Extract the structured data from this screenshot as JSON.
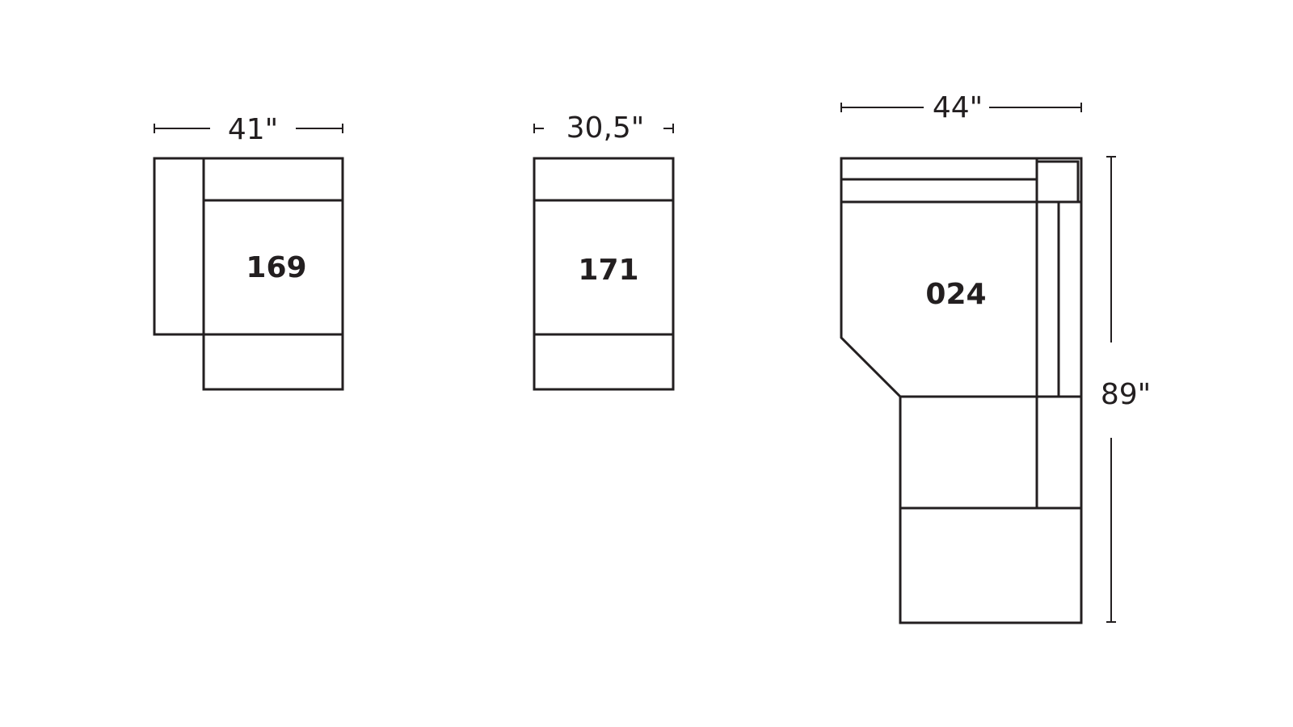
{
  "modules": [
    {
      "model": "169",
      "width_label": "41\""
    },
    {
      "model": "171",
      "width_label": "30,5\""
    },
    {
      "model": "024",
      "width_label": "44\"",
      "depth_label": "89\""
    }
  ],
  "colors": {
    "stroke": "#231f20",
    "background": "#ffffff"
  }
}
